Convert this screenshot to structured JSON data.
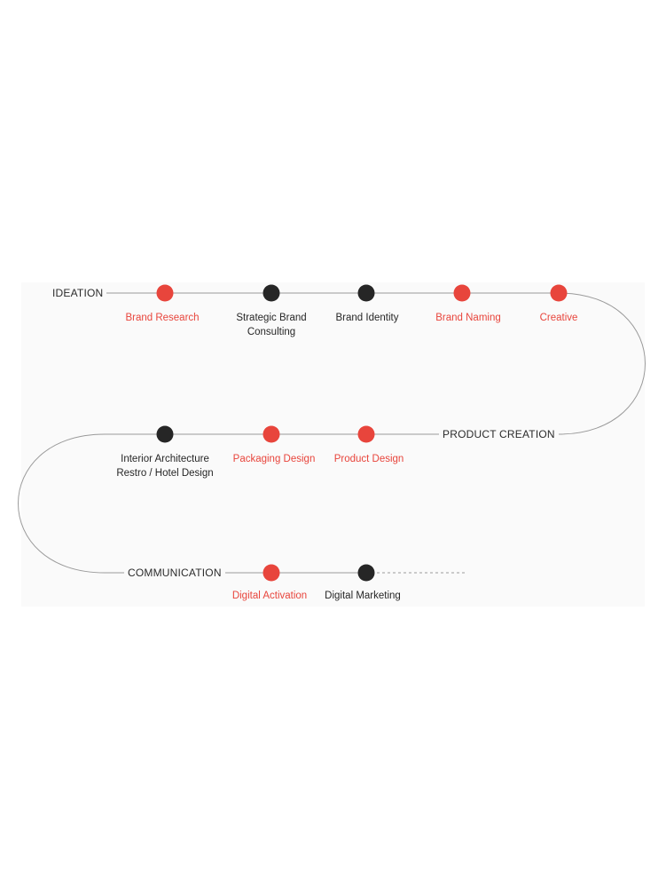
{
  "colors": {
    "red": "#e8453c",
    "dark": "#262626",
    "line": "#9a9a9a",
    "panel": "#fafafa"
  },
  "stages": {
    "ideation": "IDEATION",
    "product_creation": "PRODUCT CREATION",
    "communication": "COMMUNICATION"
  },
  "nodes": {
    "brand_research": {
      "lines": [
        "Brand Research"
      ],
      "color": "red"
    },
    "strategic_brand_consulting": {
      "lines": [
        "Strategic Brand",
        "Consulting"
      ],
      "color": "dark"
    },
    "brand_identity": {
      "lines": [
        "Brand Identity"
      ],
      "color": "dark"
    },
    "brand_naming": {
      "lines": [
        "Brand Naming"
      ],
      "color": "red"
    },
    "creative": {
      "lines": [
        "Creative"
      ],
      "color": "red"
    },
    "product_design": {
      "lines": [
        "Product Design"
      ],
      "color": "red"
    },
    "packaging_design": {
      "lines": [
        "Packaging Design"
      ],
      "color": "red"
    },
    "interior_architecture": {
      "lines": [
        "Interior Architecture",
        "Restro / Hotel Design"
      ],
      "color": "dark"
    },
    "digital_activation": {
      "lines": [
        "Digital Activation"
      ],
      "color": "red"
    },
    "digital_marketing": {
      "lines": [
        "Digital Marketing"
      ],
      "color": "dark"
    }
  }
}
